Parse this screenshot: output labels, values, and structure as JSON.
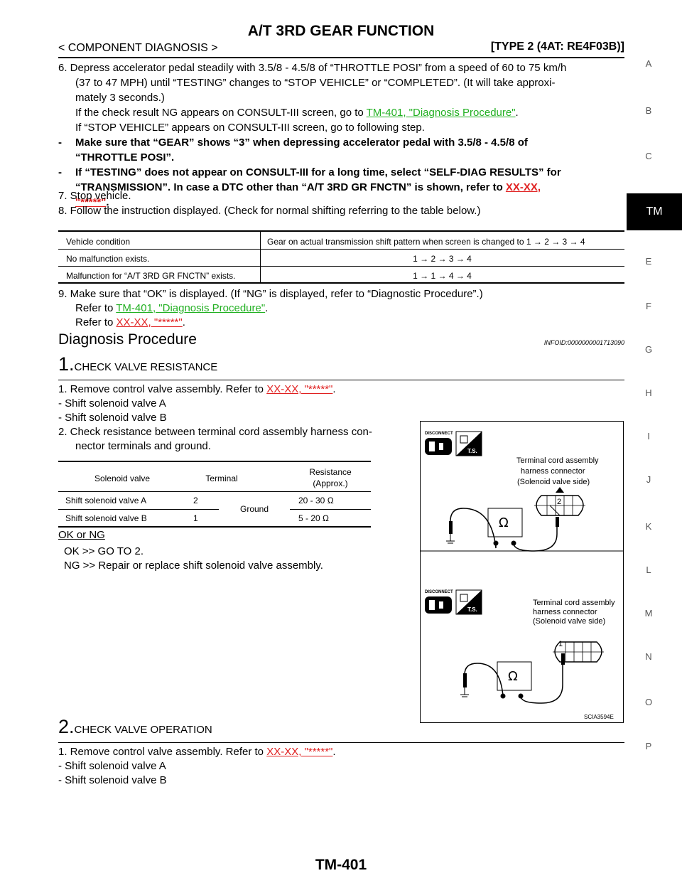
{
  "header": {
    "title": "A/T 3RD GEAR FUNCTION",
    "section": "< COMPONENT DIAGNOSIS >",
    "type": "[TYPE 2 (4AT: RE4F03B)]"
  },
  "side_index": [
    "A",
    "B",
    "C",
    "TM",
    "E",
    "F",
    "G",
    "H",
    "I",
    "J",
    "K",
    "L",
    "M",
    "N",
    "O",
    "P"
  ],
  "step6": {
    "l1": "6.  Depress accelerator pedal steadily with 3.5/8 - 4.5/8 of “THROTTLE POSI” from a speed of 60 to 75 km/h",
    "l2": "(37 to 47 MPH) until “TESTING” changes to “STOP VEHICLE” or “COMPLETED”. (It will take approxi-",
    "l3": "mately 3 seconds.)",
    "l4_pre": "If the check result NG appears on CONSULT-III screen, go to ",
    "l4_link": "TM-401, \"Diagnosis Procedure\"",
    "l4_post": ".",
    "l5": "If “STOP VEHICLE” appears on CONSULT-III screen, go to following step.",
    "b1a": "Make sure that “GEAR” shows “3” when depressing accelerator pedal with 3.5/8 - 4.5/8 of",
    "b1b": "“THROTTLE POSI”.",
    "b2a": "If “TESTING” does not appear on CONSULT-III for a long time, select “SELF-DIAG RESULTS” for",
    "b2b_pre": "“TRANSMISSION”. In case a DTC other than “A/T 3RD GR FNCTN” is shown, refer to ",
    "b2b_link": "XX-XX,",
    "b2c_link": "\"*****\"",
    "b2c_post": "."
  },
  "step7": "7.  Stop vehicle.",
  "step8": "8.  Follow the instruction displayed. (Check for normal shifting referring to the table below.)",
  "shift_table": {
    "h1": "Vehicle condition",
    "h2": "Gear on actual transmission shift pattern when screen is changed to 1 → 2 → 3 → 4",
    "r1c1": "No malfunction exists.",
    "r1c2": "1 → 2 → 3 → 4",
    "r2c1": "Malfunction for “A/T 3RD GR FNCTN” exists.",
    "r2c2": "1 → 1 → 4 → 4"
  },
  "step9": {
    "l1": "9.  Make sure that “OK” is displayed. (If “NG” is displayed, refer to “Diagnostic Procedure”.)",
    "l2_pre": "Refer to ",
    "l2_link": "TM-401, \"Diagnosis Procedure\"",
    "l2_post": ".",
    "l3_pre": "Refer to ",
    "l3_link": "XX-XX, \"*****\"",
    "l3_post": "."
  },
  "diag": {
    "title": "Diagnosis Procedure",
    "infoid": "INFOID:0000000001713090"
  },
  "check1": {
    "num": "1.",
    "title": "CHECK VALVE RESISTANCE",
    "l1_pre": "1.  Remove control valve assembly. Refer to ",
    "l1_link": "XX-XX, \"*****\"",
    "l1_post": ".",
    "l2": "-   Shift solenoid valve A",
    "l3": "-   Shift solenoid valve B",
    "l4": "2.  Check resistance between terminal cord assembly harness con-",
    "l5": "nector terminals and ground.",
    "okng": "OK or NG",
    "ok": "OK      >> GO TO 2.",
    "ng": "NG      >> Repair or replace shift solenoid valve assembly."
  },
  "res_table": {
    "h1": "Solenoid valve",
    "h2": "Terminal",
    "h3a": "Resistance",
    "h3b": "(Approx.)",
    "r1c1": "Shift solenoid valve A",
    "r1c2": "2",
    "ground": "Ground",
    "r1c4": "20 - 30 Ω",
    "r2c1": "Shift solenoid valve B",
    "r2c2": "1",
    "r2c4": "5 - 20 Ω"
  },
  "figure": {
    "disconnect": "DISCONNECT",
    "ts": "T.S.",
    "top_l1": "Terminal cord assembly",
    "top_l2": "harness connector",
    "top_l3": "(Solenoid valve side)",
    "top_term": "2",
    "bot_l1": "Terminal cord assembly",
    "bot_l2": "harness connector",
    "bot_l3": "(Solenoid valve side)",
    "bot_term": "1",
    "ohm": "Ω",
    "code": "SCIA3594E"
  },
  "check2": {
    "num": "2.",
    "title": "CHECK VALVE OPERATION",
    "l1_pre": "1.  Remove control valve assembly. Refer to ",
    "l1_link": "XX-XX, \"*****\"",
    "l1_post": ".",
    "l2": "-   Shift solenoid valve A",
    "l3": "-   Shift solenoid valve B"
  },
  "footer": "TM-401"
}
